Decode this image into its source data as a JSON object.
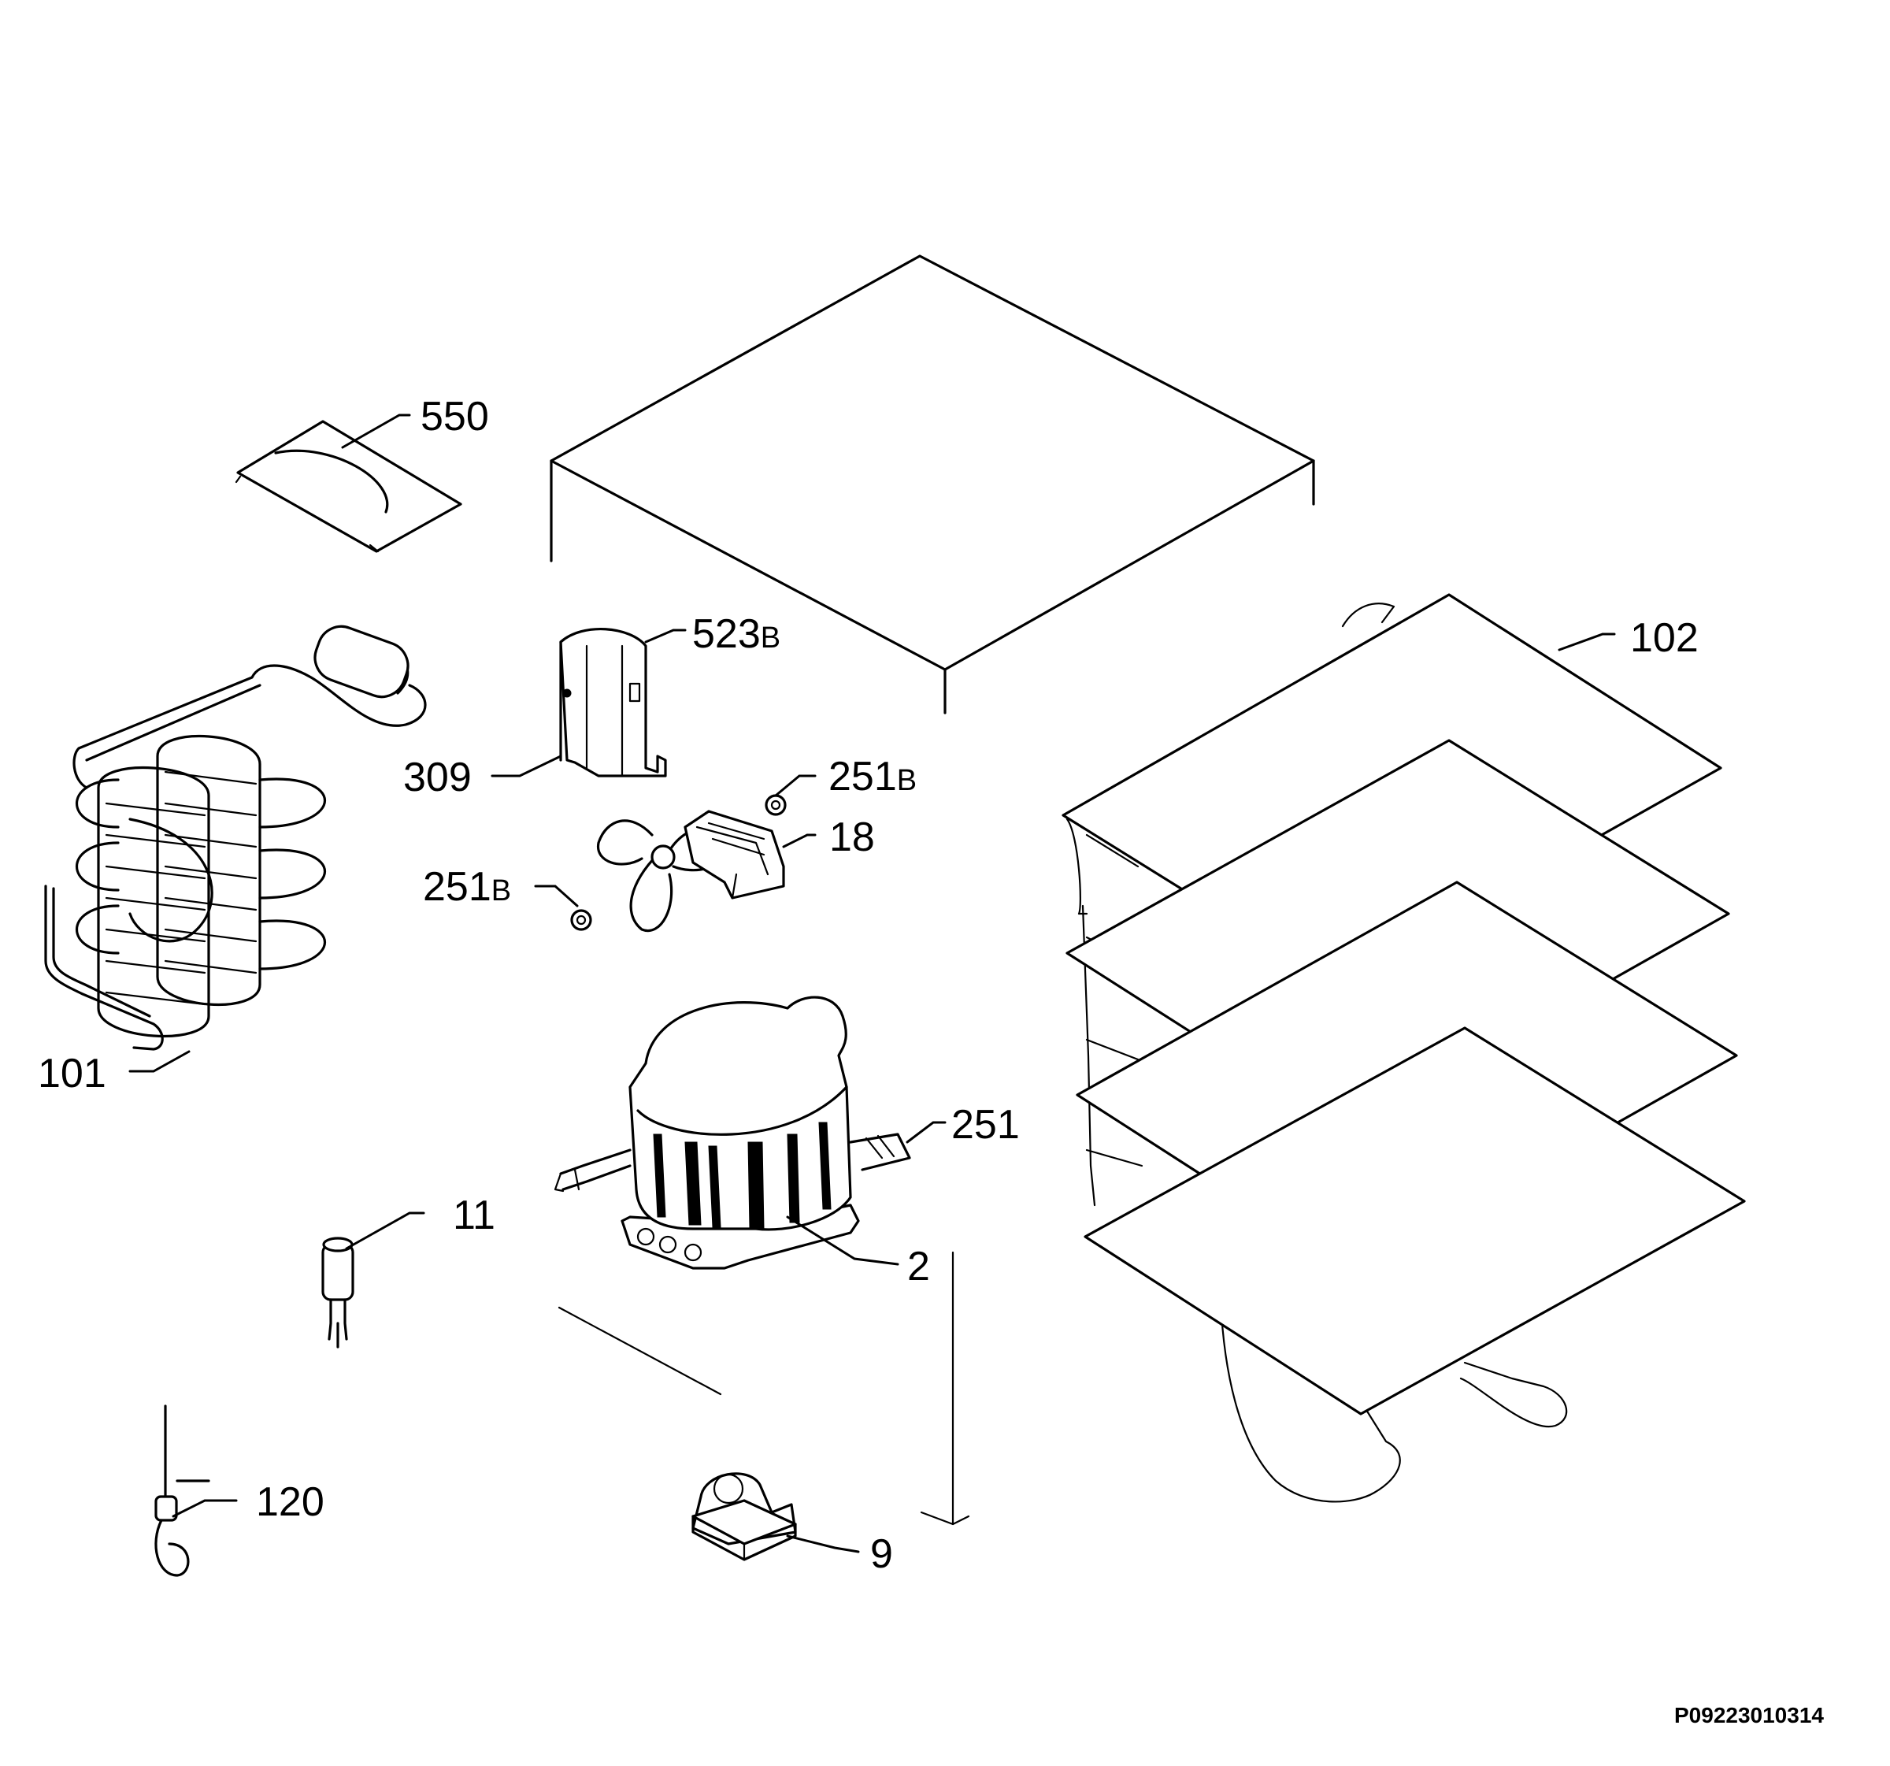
{
  "diagram": {
    "reference_code": "P09223010314",
    "labels": [
      {
        "id": "550",
        "text": "550",
        "suffix": ""
      },
      {
        "id": "523B",
        "text": "523",
        "suffix": "B"
      },
      {
        "id": "102",
        "text": "102",
        "suffix": ""
      },
      {
        "id": "309",
        "text": "309",
        "suffix": ""
      },
      {
        "id": "251B-top",
        "text": "251",
        "suffix": "B"
      },
      {
        "id": "18",
        "text": "18",
        "suffix": ""
      },
      {
        "id": "251B-left",
        "text": "251",
        "suffix": "B"
      },
      {
        "id": "101",
        "text": "101",
        "suffix": ""
      },
      {
        "id": "251",
        "text": "251",
        "suffix": ""
      },
      {
        "id": "11",
        "text": "11",
        "suffix": ""
      },
      {
        "id": "2",
        "text": "2",
        "suffix": ""
      },
      {
        "id": "120",
        "text": "120",
        "suffix": ""
      },
      {
        "id": "9",
        "text": "9",
        "suffix": ""
      }
    ]
  }
}
